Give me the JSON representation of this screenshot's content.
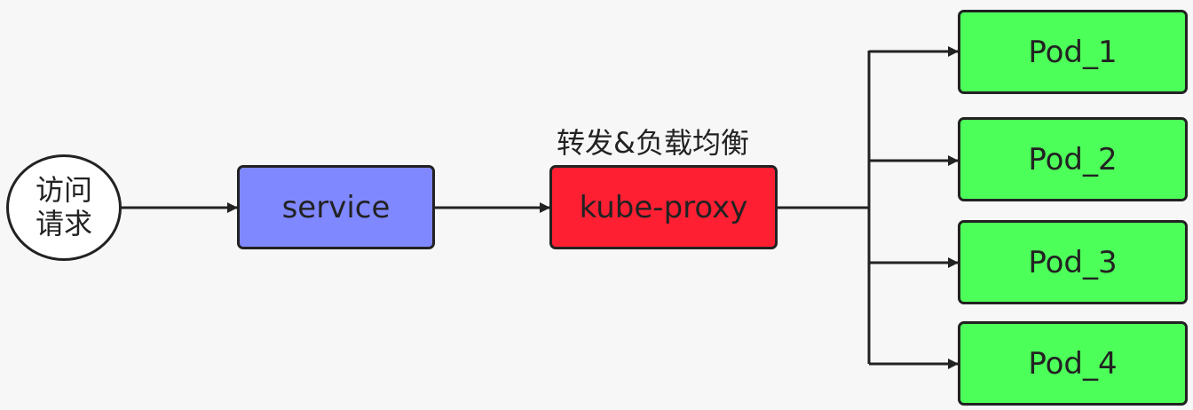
{
  "diagram": {
    "request_node": {
      "label": "访问请求",
      "color": "#ffffff"
    },
    "service_node": {
      "label": "service",
      "color": "#8088ff"
    },
    "proxy_node": {
      "label": "kube-proxy",
      "color": "#ff1f33"
    },
    "proxy_annotation": "转发&负载均衡",
    "pods": [
      {
        "label": "Pod_1",
        "color": "#4dff59"
      },
      {
        "label": "Pod_2",
        "color": "#4dff59"
      },
      {
        "label": "Pod_3",
        "color": "#4dff59"
      },
      {
        "label": "Pod_4",
        "color": "#4dff59"
      }
    ],
    "edge_color": "#222222"
  }
}
